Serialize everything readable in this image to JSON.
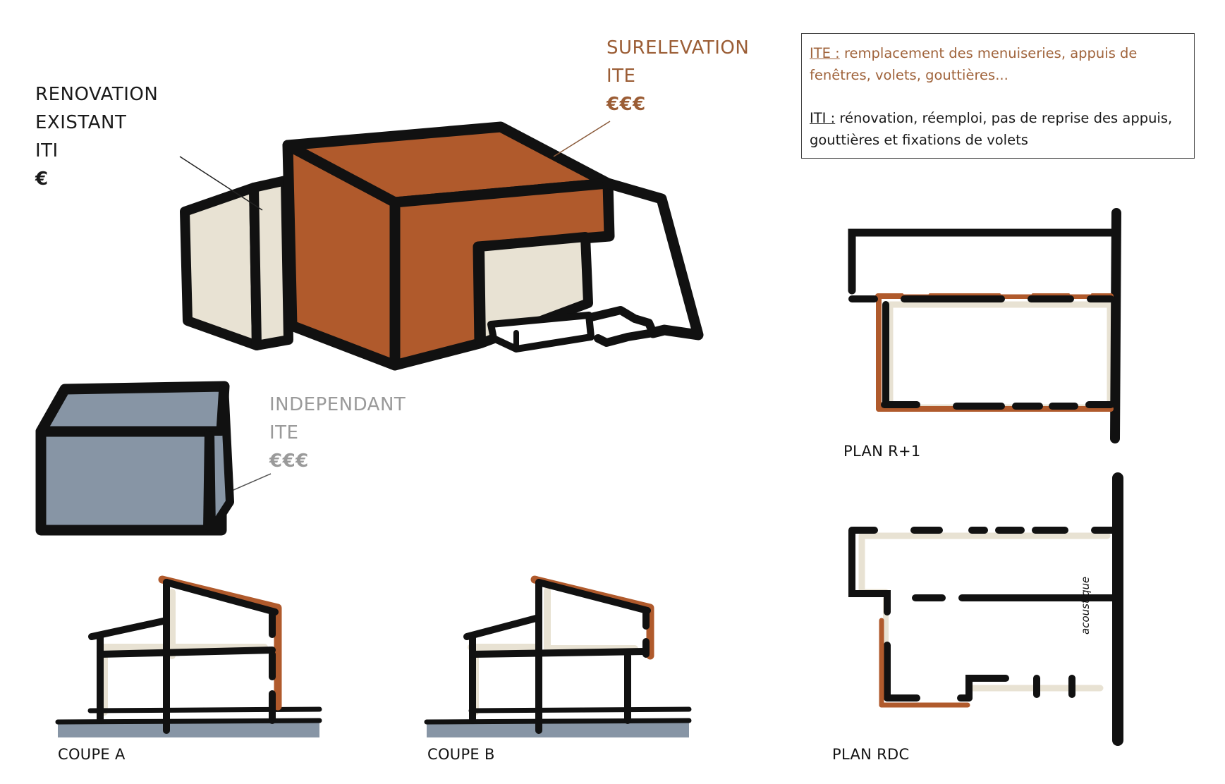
{
  "labels": {
    "renovation": {
      "line1": "RENOVATION",
      "line2": "EXISTANT",
      "line3": "ITI",
      "cost": "€"
    },
    "surelevation": {
      "line1": "SURELEVATION",
      "line2": "ITE",
      "cost": "€€€"
    },
    "independant": {
      "line1": "INDEPENDANT",
      "line2": "ITE",
      "cost": "€€€"
    }
  },
  "legend": {
    "ite_key": "ITE :",
    "ite_text": " remplacement des menuiseries, appuis de fenêtres, volets, gouttières...",
    "iti_key": "ITI :",
    "iti_text": " rénovation, réemploi, pas de reprise des appuis, gouttières et fixations de volets"
  },
  "captions": {
    "plan_r1": "PLAN R+1",
    "plan_rdc": "PLAN RDC",
    "coupe_a": "COUPE A",
    "coupe_b": "COUPE B",
    "acoustique": "acoustique"
  },
  "colors": {
    "rust": "#b05a2c",
    "beige": "#e8e2d3",
    "slate": "#8795a5",
    "ink": "#111111",
    "rust_text": "#9b5d35",
    "grey_text": "#9a9a9a"
  }
}
